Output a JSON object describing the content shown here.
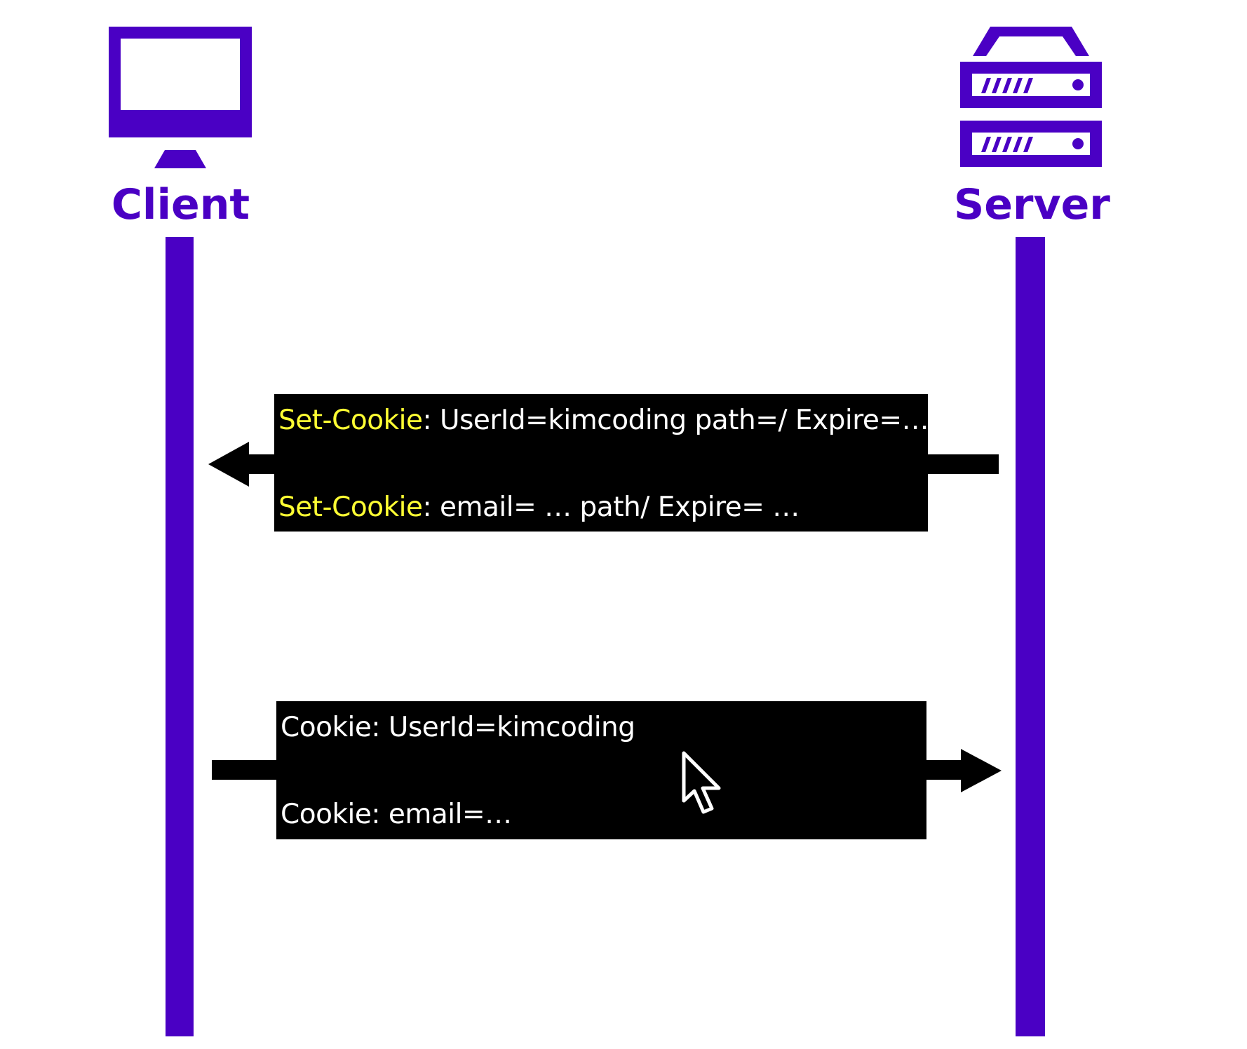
{
  "colors": {
    "accent": "#4a00c4",
    "box_bg": "#000000",
    "text": "#ffffff",
    "highlight": "#ffff33"
  },
  "client": {
    "label": "Client",
    "icon": "monitor-icon"
  },
  "server": {
    "label": "Server",
    "icon": "server-icon"
  },
  "messages": {
    "response": {
      "direction": "server-to-client",
      "lines": [
        {
          "key": "Set-Cookie",
          "value": ": UserId=kimcoding path=/ Expire=…"
        },
        {
          "key": "Set-Cookie",
          "value": ": email= … path/ Expire= …"
        }
      ]
    },
    "request": {
      "direction": "client-to-server",
      "lines": [
        {
          "text": "Cookie: UserId=kimcoding"
        },
        {
          "text": "Cookie: email=…"
        }
      ]
    }
  },
  "cursor_icon": "mouse-pointer-icon"
}
